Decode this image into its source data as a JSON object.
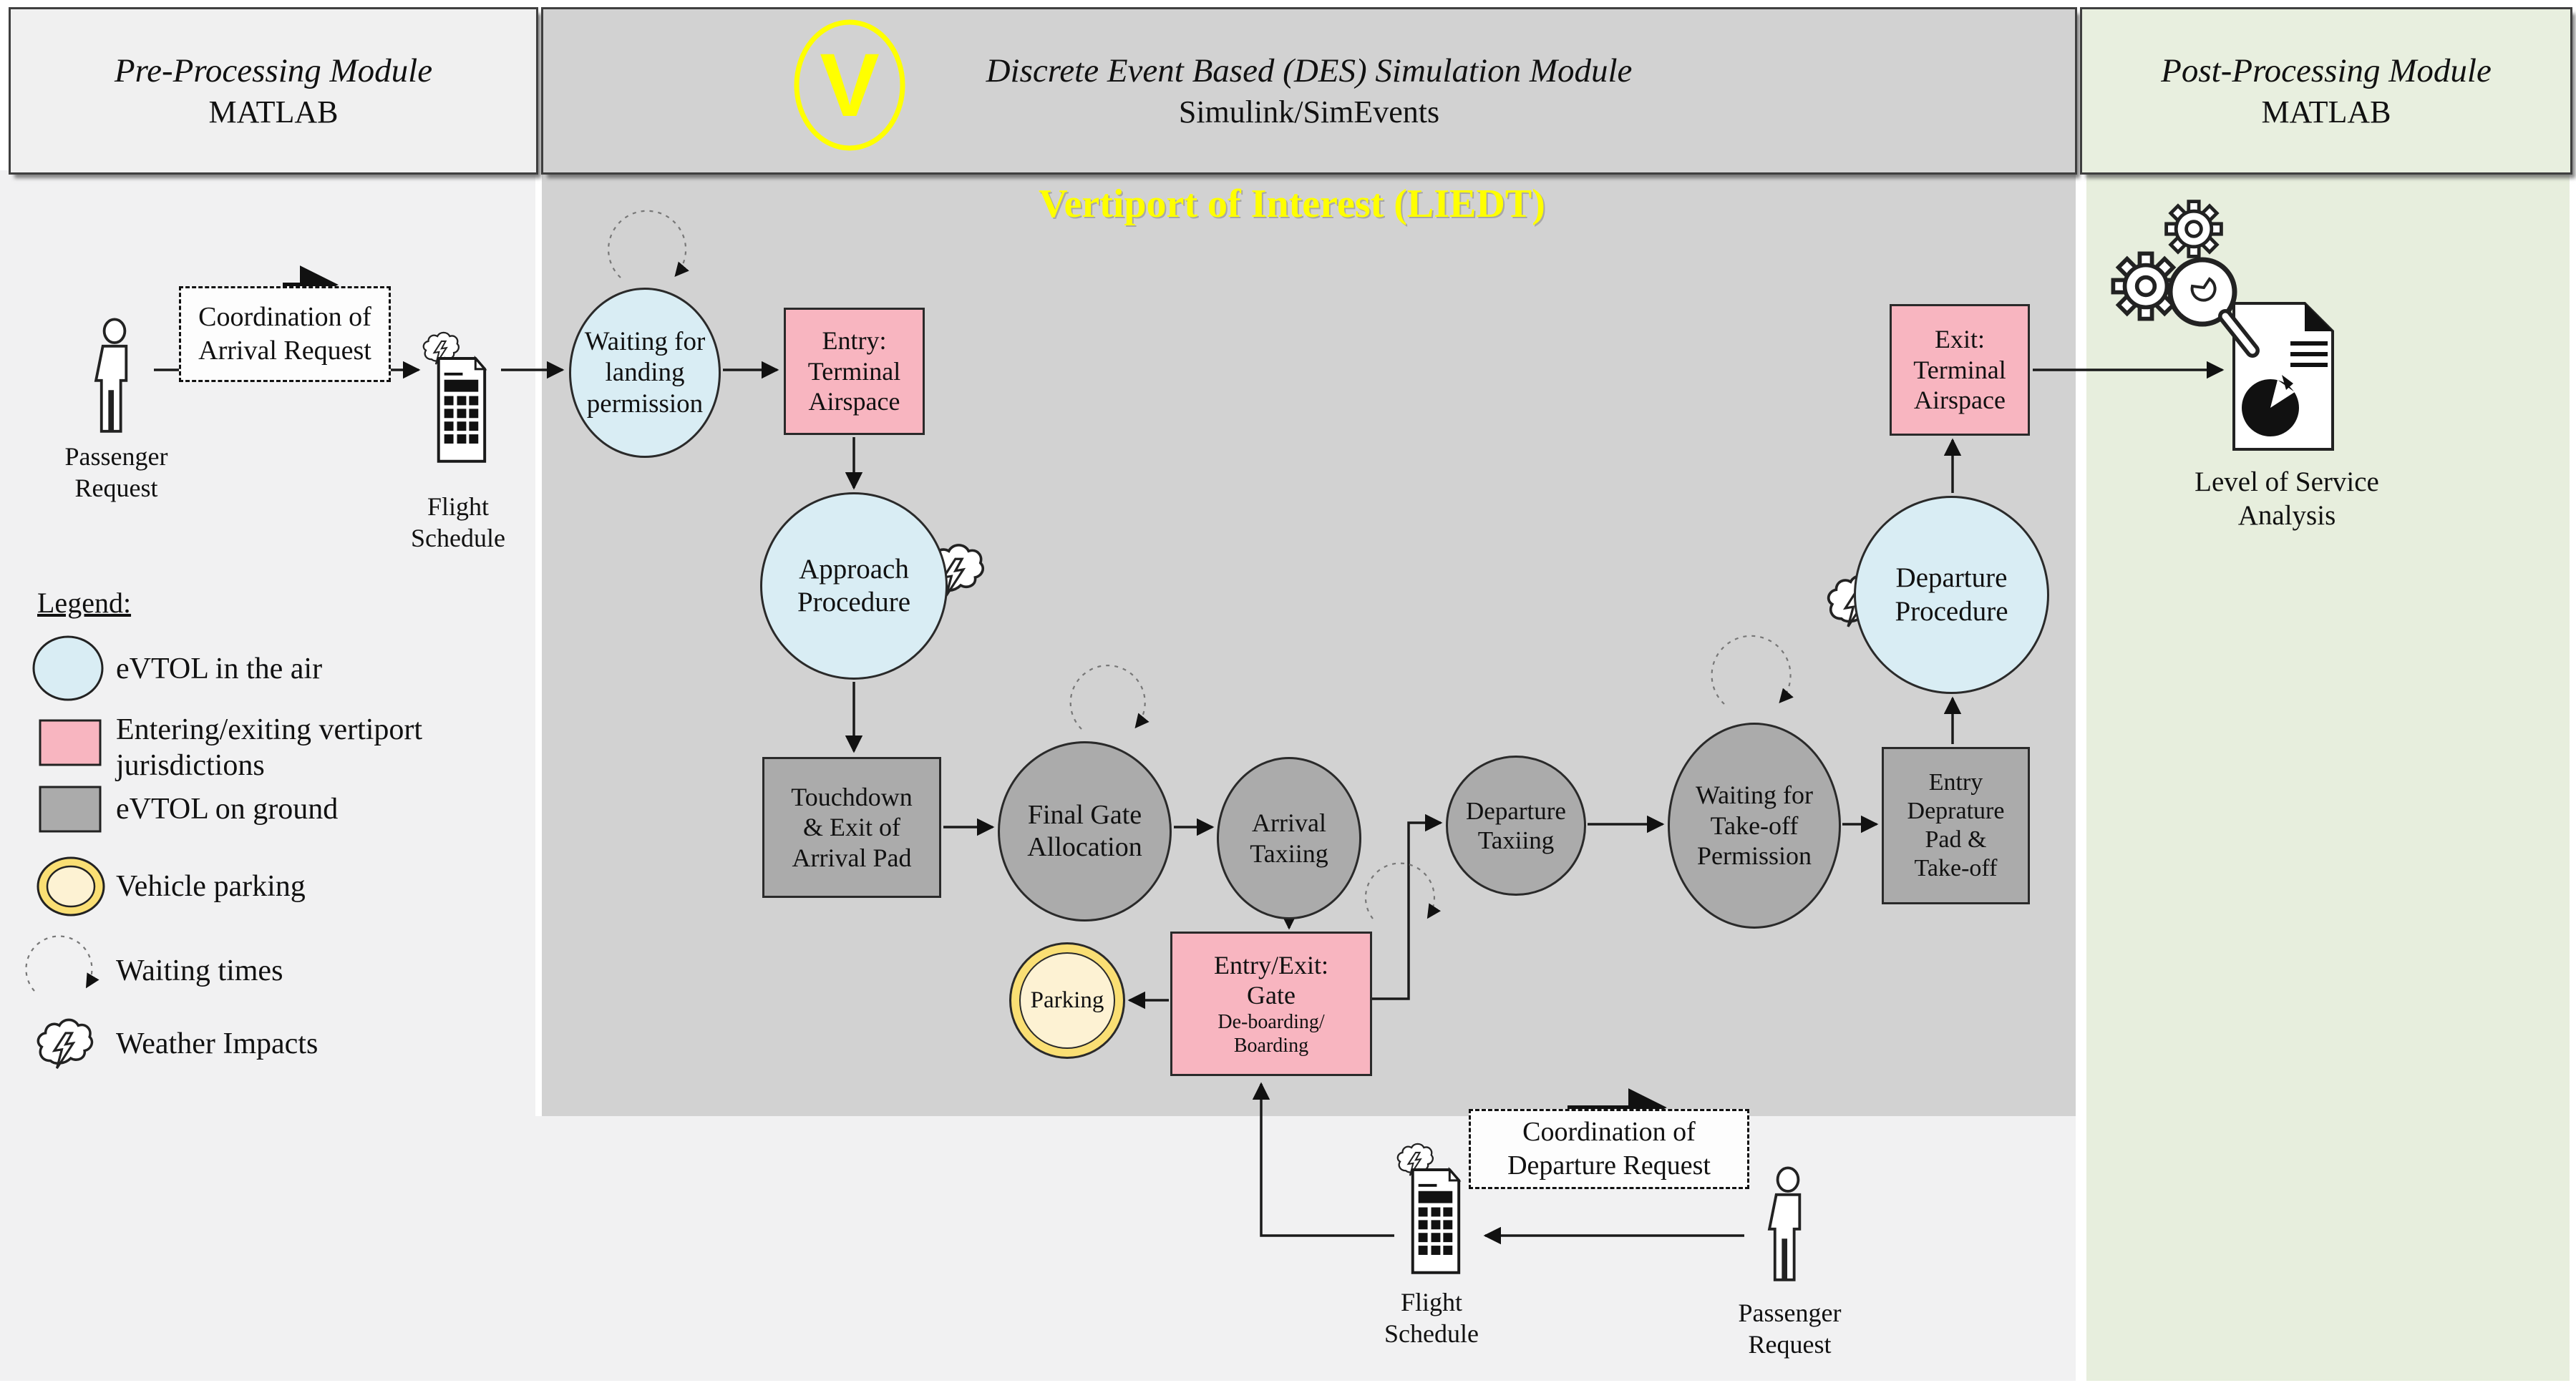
{
  "header": {
    "pre": {
      "title": "Pre-Processing Module",
      "subtitle": "MATLAB"
    },
    "des": {
      "title": "Discrete Event Based (DES) Simulation Module",
      "subtitle": "Simulink/SimEvents",
      "logo": "V"
    },
    "post": {
      "title": "Post-Processing Module",
      "subtitle": "MATLAB"
    }
  },
  "vertiport_title": "Vertiport of Interest (LIEDT)",
  "pre": {
    "passenger": "Passenger\nRequest",
    "coordination": "Coordination of\nArrival Request",
    "flight_schedule": "Flight\nSchedule"
  },
  "nodes": {
    "waiting_landing": "Waiting for\nlanding\npermission",
    "entry_terminal": "Entry:\nTerminal\nAirspace",
    "approach": "Approach\nProcedure",
    "touchdown": "Touchdown\n& Exit of\nArrival Pad",
    "final_gate": "Final Gate\nAllocation",
    "arrival_taxiing": "Arrival\nTaxiing",
    "gate_main": "Entry/Exit:\nGate",
    "gate_sub": "De-boarding/\nBoarding",
    "parking": "Parking",
    "departure_taxiing": "Departure\nTaxiing",
    "waiting_takeoff": "Waiting for\nTake-off\nPermission",
    "entry_departure": "Entry\nDeprature\nPad &\nTake-off",
    "departure_procedure": "Departure\nProcedure",
    "exit_terminal": "Exit:\nTerminal\nAirspace"
  },
  "bottom": {
    "coordination": "Coordination of\nDeparture Request",
    "flight_schedule": "Flight\nSchedule",
    "passenger": "Passenger\nRequest"
  },
  "post": {
    "analysis": "Level of Service\nAnalysis"
  },
  "legend": {
    "title": "Legend:",
    "items": [
      {
        "label": "eVTOL in the air"
      },
      {
        "label": "Entering/exiting vertiport\njurisdictions"
      },
      {
        "label": "eVTOL on ground"
      },
      {
        "label": "Vehicle parking"
      },
      {
        "label": "Waiting times"
      },
      {
        "label": "Weather Impacts"
      }
    ]
  },
  "colors": {
    "evtol_air": "#D9EDF4",
    "vertiport_jurisdiction": "#F8B5C0",
    "evtol_ground": "#ABABAB",
    "parking_ring": "#FADF74",
    "parking_inner": "#FDF2D3",
    "highlight_yellow": "#FFFF00",
    "des_panel": "#D2D2D2",
    "post_panel": "#E7EEDD"
  }
}
